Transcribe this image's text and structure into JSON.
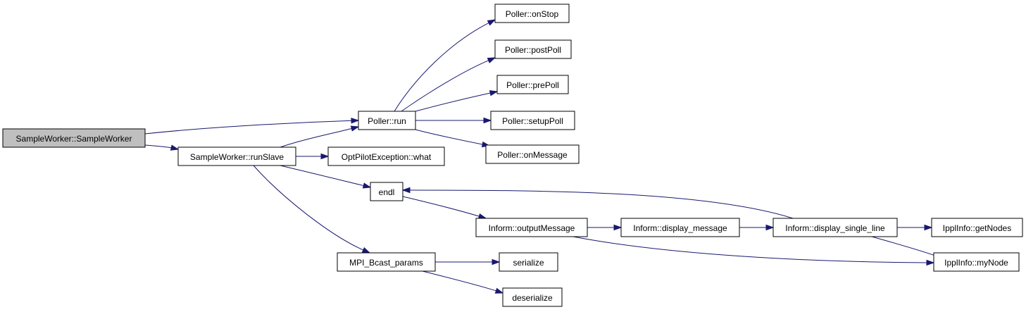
{
  "diagram": {
    "nodes": [
      {
        "id": "sw_ctor",
        "label": "SampleWorker::SampleWorker"
      },
      {
        "id": "run_slave",
        "label": "SampleWorker::runSlave"
      },
      {
        "id": "poller_run",
        "label": "Poller::run"
      },
      {
        "id": "on_stop",
        "label": "Poller::onStop"
      },
      {
        "id": "post_poll",
        "label": "Poller::postPoll"
      },
      {
        "id": "pre_poll",
        "label": "Poller::prePoll"
      },
      {
        "id": "setup_poll",
        "label": "Poller::setupPoll"
      },
      {
        "id": "on_message",
        "label": "Poller::onMessage"
      },
      {
        "id": "opt_what",
        "label": "OptPilotException::what"
      },
      {
        "id": "endl",
        "label": "endl"
      },
      {
        "id": "output_message",
        "label": "Inform::outputMessage"
      },
      {
        "id": "display_message",
        "label": "Inform::display_message"
      },
      {
        "id": "display_single_line",
        "label": "Inform::display_single_line"
      },
      {
        "id": "get_nodes",
        "label": "IpplInfo::getNodes"
      },
      {
        "id": "my_node",
        "label": "IpplInfo::myNode"
      },
      {
        "id": "mpi_bcast",
        "label": "MPI_Bcast_params"
      },
      {
        "id": "serialize",
        "label": "serialize"
      },
      {
        "id": "deserialize",
        "label": "deserialize"
      }
    ],
    "edges": [
      {
        "from": "sw_ctor",
        "to": "poller_run"
      },
      {
        "from": "sw_ctor",
        "to": "run_slave"
      },
      {
        "from": "run_slave",
        "to": "poller_run"
      },
      {
        "from": "run_slave",
        "to": "opt_what"
      },
      {
        "from": "run_slave",
        "to": "endl"
      },
      {
        "from": "run_slave",
        "to": "mpi_bcast"
      },
      {
        "from": "poller_run",
        "to": "on_stop"
      },
      {
        "from": "poller_run",
        "to": "post_poll"
      },
      {
        "from": "poller_run",
        "to": "pre_poll"
      },
      {
        "from": "poller_run",
        "to": "setup_poll"
      },
      {
        "from": "poller_run",
        "to": "on_message"
      },
      {
        "from": "endl",
        "to": "output_message"
      },
      {
        "from": "output_message",
        "to": "display_message"
      },
      {
        "from": "output_message",
        "to": "my_node"
      },
      {
        "from": "display_message",
        "to": "display_single_line"
      },
      {
        "from": "display_single_line",
        "to": "endl"
      },
      {
        "from": "display_single_line",
        "to": "get_nodes"
      },
      {
        "from": "display_single_line",
        "to": "my_node"
      },
      {
        "from": "mpi_bcast",
        "to": "serialize"
      },
      {
        "from": "mpi_bcast",
        "to": "deserialize"
      }
    ],
    "colors": {
      "edge": "#191970",
      "root_fill": "#bfbfbf",
      "node_fill": "#ffffff",
      "node_border": "#000000"
    }
  }
}
